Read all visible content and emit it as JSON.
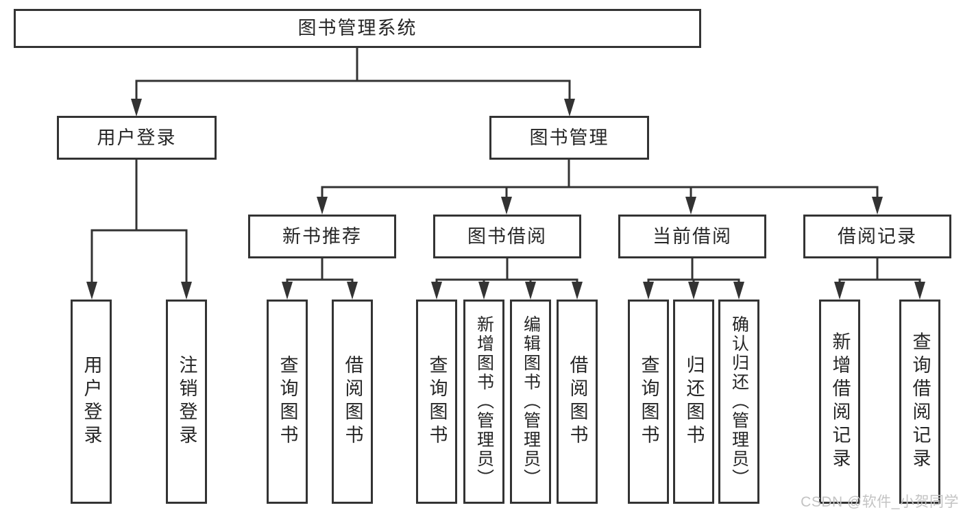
{
  "colors": {
    "line": "#333333",
    "text": "#262626",
    "watermark": "#c3c3c3",
    "background": "#ffffff"
  },
  "watermark": {
    "text": "CSDN @软件_小贺同学"
  },
  "tree": {
    "root": "图书管理系统",
    "branches": [
      {
        "label": "用户登录",
        "leaves": [
          "用户登录",
          "注销登录"
        ]
      },
      {
        "label": "图书管理",
        "children": [
          {
            "label": "新书推荐",
            "leaves": [
              "查询图书",
              "借阅图书"
            ]
          },
          {
            "label": "图书借阅",
            "leaves": [
              "查询图书",
              "新增图书（管理员）",
              "编辑图书（管理员）",
              "借阅图书"
            ]
          },
          {
            "label": "当前借阅",
            "leaves": [
              "查询图书",
              "归还图书",
              "确认归还（管理员）"
            ]
          },
          {
            "label": "借阅记录",
            "leaves": [
              "新增借阅记录",
              "查询借阅记录"
            ]
          }
        ]
      }
    ]
  }
}
